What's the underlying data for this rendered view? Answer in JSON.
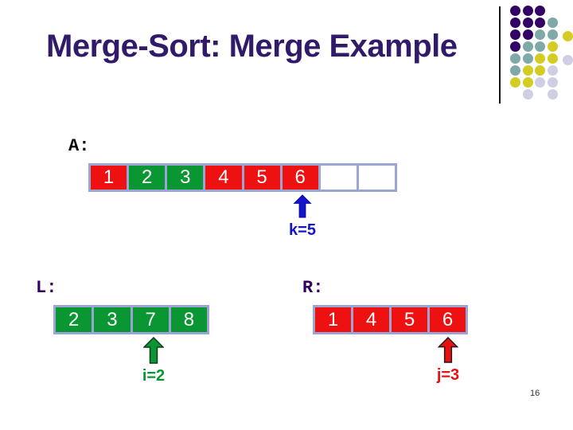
{
  "slide": {
    "title": "Merge-Sort: Merge Example",
    "page_number": "16"
  },
  "colors": {
    "title": "#321A6B",
    "frame": "#99A5D3",
    "cellRed": "#EE1111",
    "cellGreen": "#0A9633",
    "arrowBlue": "#1414CC",
    "arrowGreen": "#0A9633",
    "arrowRed": "#E81111",
    "labelA": "#000000",
    "labelLR": "#330066",
    "pageNumber": "#333333"
  },
  "arrays": {
    "A": {
      "label": "A:",
      "cells": [
        {
          "value": "1",
          "color": "red"
        },
        {
          "value": "2",
          "color": "green"
        },
        {
          "value": "3",
          "color": "green"
        },
        {
          "value": "4",
          "color": "red"
        },
        {
          "value": "5",
          "color": "red"
        },
        {
          "value": "6",
          "color": "red"
        },
        {
          "value": "",
          "color": "empty"
        },
        {
          "value": "",
          "color": "empty"
        }
      ],
      "pointer": {
        "label": "k=5",
        "color": "blue",
        "points_to_cell": 6
      }
    },
    "L": {
      "label": "L:",
      "cells": [
        {
          "value": "2",
          "color": "green"
        },
        {
          "value": "3",
          "color": "green"
        },
        {
          "value": "7",
          "color": "green"
        },
        {
          "value": "8",
          "color": "green"
        }
      ],
      "pointer": {
        "label": "i=2",
        "color": "green",
        "points_to_cell": 3
      }
    },
    "R": {
      "label": "R:",
      "cells": [
        {
          "value": "1",
          "color": "red"
        },
        {
          "value": "4",
          "color": "red"
        },
        {
          "value": "5",
          "color": "red"
        },
        {
          "value": "6",
          "color": "red"
        }
      ],
      "pointer": {
        "label": "j=3",
        "color": "red",
        "points_to_cell": 4
      }
    }
  },
  "decoration": {
    "dot_grid": {
      "palette": {
        "P": "#330066",
        "T": "#7FA8A8",
        "Y": "#D4CC22",
        "L": "#CFCFE3"
      },
      "rows": [
        [
          "P",
          "P",
          "P"
        ],
        [
          "P",
          "P",
          "P",
          "T"
        ],
        [
          "P",
          "P",
          "T",
          "T",
          "Y"
        ],
        [
          "P",
          "T",
          "T",
          "Y"
        ],
        [
          "T",
          "T",
          "Y",
          "Y",
          "L"
        ],
        [
          "T",
          "Y",
          "Y",
          "L"
        ],
        [
          "Y",
          "Y",
          "L",
          "L"
        ],
        [
          null,
          "L",
          null,
          "L"
        ]
      ]
    }
  }
}
